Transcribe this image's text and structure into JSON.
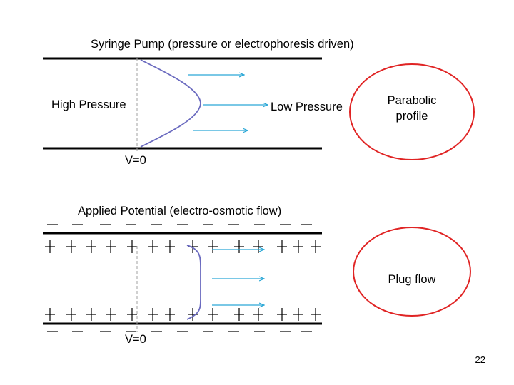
{
  "top": {
    "title": "Syringe Pump (pressure or electrophoresis driven)",
    "left_label": "High Pressure",
    "right_label": "Low Pressure",
    "voltage_label": "V=0",
    "bubble_line1": "Parabolic",
    "bubble_line2": "profile"
  },
  "bottom": {
    "title": "Applied Potential  (electro-osmotic flow)",
    "voltage_label": "V=0",
    "bubble_label": "Plug flow"
  },
  "colors": {
    "wall": "#000000",
    "profile": "#6a6abf",
    "arrow": "#2aa7d6",
    "bubble": "#e02424",
    "axis": "#a0a0a0"
  },
  "slide_number": "22"
}
